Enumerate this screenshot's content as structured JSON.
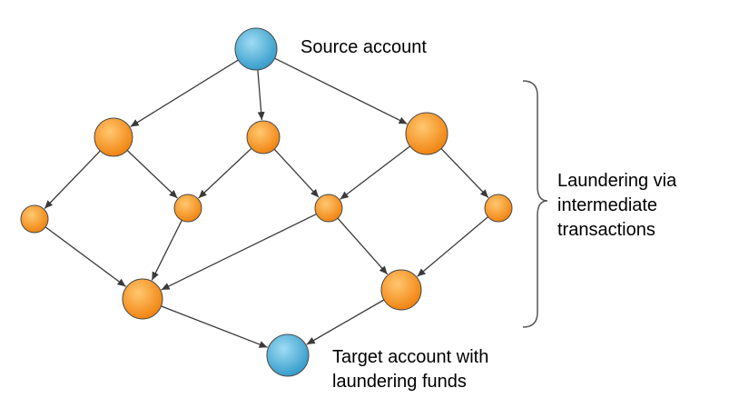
{
  "labels": {
    "source": "Source account",
    "target": [
      "Target account with",
      "laundering funds"
    ],
    "laundering": [
      "Laundering via",
      "intermediate",
      "transactions"
    ]
  },
  "colors": {
    "account_fill": "#4ab3dd",
    "intermediate_fill": "#f7931e",
    "edge": "#3a3a3a",
    "node_stroke": "#4a4a4a"
  },
  "nodes": [
    {
      "id": "source",
      "role": "account"
    },
    {
      "id": "i1",
      "role": "intermediate"
    },
    {
      "id": "i2",
      "role": "intermediate"
    },
    {
      "id": "i3",
      "role": "intermediate"
    },
    {
      "id": "i4",
      "role": "intermediate"
    },
    {
      "id": "i5",
      "role": "intermediate"
    },
    {
      "id": "i6",
      "role": "intermediate"
    },
    {
      "id": "i7",
      "role": "intermediate"
    },
    {
      "id": "i8",
      "role": "intermediate"
    },
    {
      "id": "i9",
      "role": "intermediate"
    },
    {
      "id": "target",
      "role": "account"
    }
  ],
  "edges": [
    [
      "source",
      "i1"
    ],
    [
      "source",
      "i2"
    ],
    [
      "source",
      "i3"
    ],
    [
      "i1",
      "i4"
    ],
    [
      "i1",
      "i5"
    ],
    [
      "i2",
      "i5"
    ],
    [
      "i2",
      "i6"
    ],
    [
      "i3",
      "i6"
    ],
    [
      "i3",
      "i7"
    ],
    [
      "i4",
      "i8"
    ],
    [
      "i5",
      "i8"
    ],
    [
      "i6",
      "i8"
    ],
    [
      "i6",
      "i9"
    ],
    [
      "i7",
      "i9"
    ],
    [
      "i8",
      "target"
    ],
    [
      "i9",
      "target"
    ]
  ]
}
